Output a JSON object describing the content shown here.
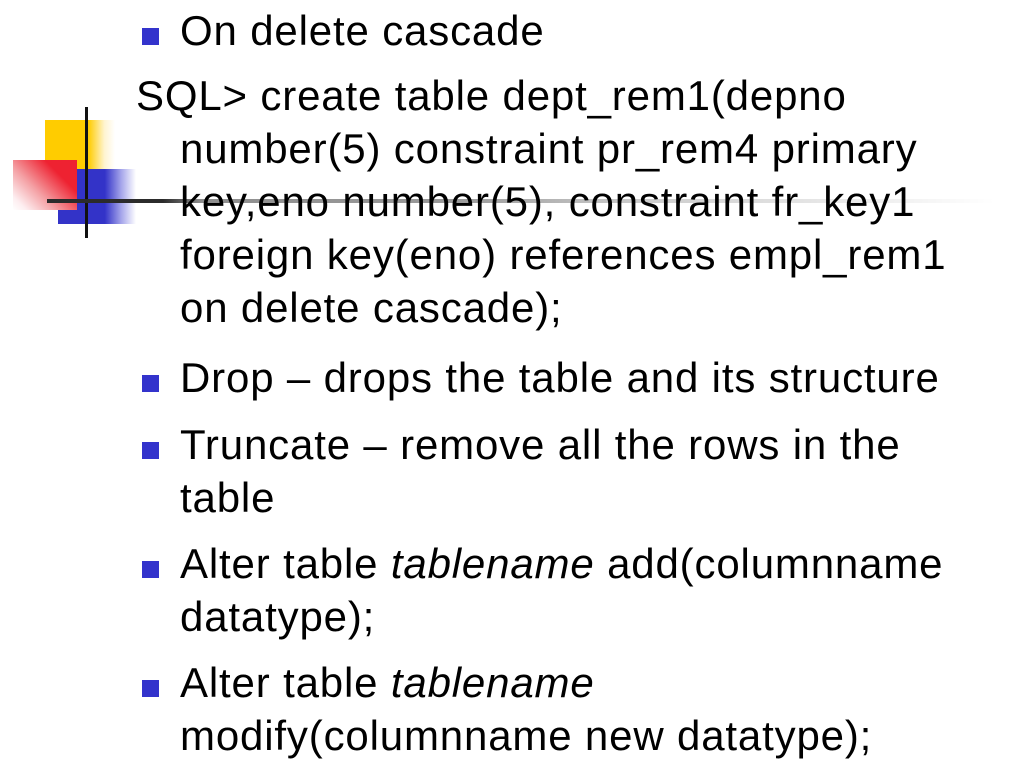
{
  "theme": {
    "background": "#ffffff",
    "text-color": "#000000",
    "bullet-color": "#3333cc",
    "square-yellow": "#ffcc00",
    "square-red": "#ee2231",
    "square-blue": "#3333c8",
    "line-color": "#111111"
  },
  "slide": {
    "blocks": [
      {
        "kind": "bullet-item",
        "lines": [
          "On delete cascade"
        ]
      },
      {
        "kind": "paragraph",
        "lines": [
          "SQL> create table dept_rem1(depno",
          "number(5) constraint pr_rem4 primary",
          "key,eno number(5), constraint fr_key1",
          "foreign key(eno) references empl_rem1",
          "on delete cascade);"
        ]
      },
      {
        "kind": "bullet-item",
        "lines": [
          "Drop – drops the table and its structure"
        ]
      },
      {
        "kind": "bullet-item",
        "lines": [
          "Truncate – remove all the rows in the",
          "table"
        ]
      },
      {
        "kind": "bullet-item",
        "rich_line": {
          "text_before": "Alter table ",
          "italic_text": "tablename",
          "text_after": " add(columnname"
        },
        "lines": [
          "datatype);"
        ]
      },
      {
        "kind": "bullet-item",
        "rich_line": {
          "text_before": "Alter table ",
          "italic_text": "tablename",
          "text_after": ""
        },
        "lines": [
          "modify(columnname new datatype);"
        ]
      }
    ]
  }
}
